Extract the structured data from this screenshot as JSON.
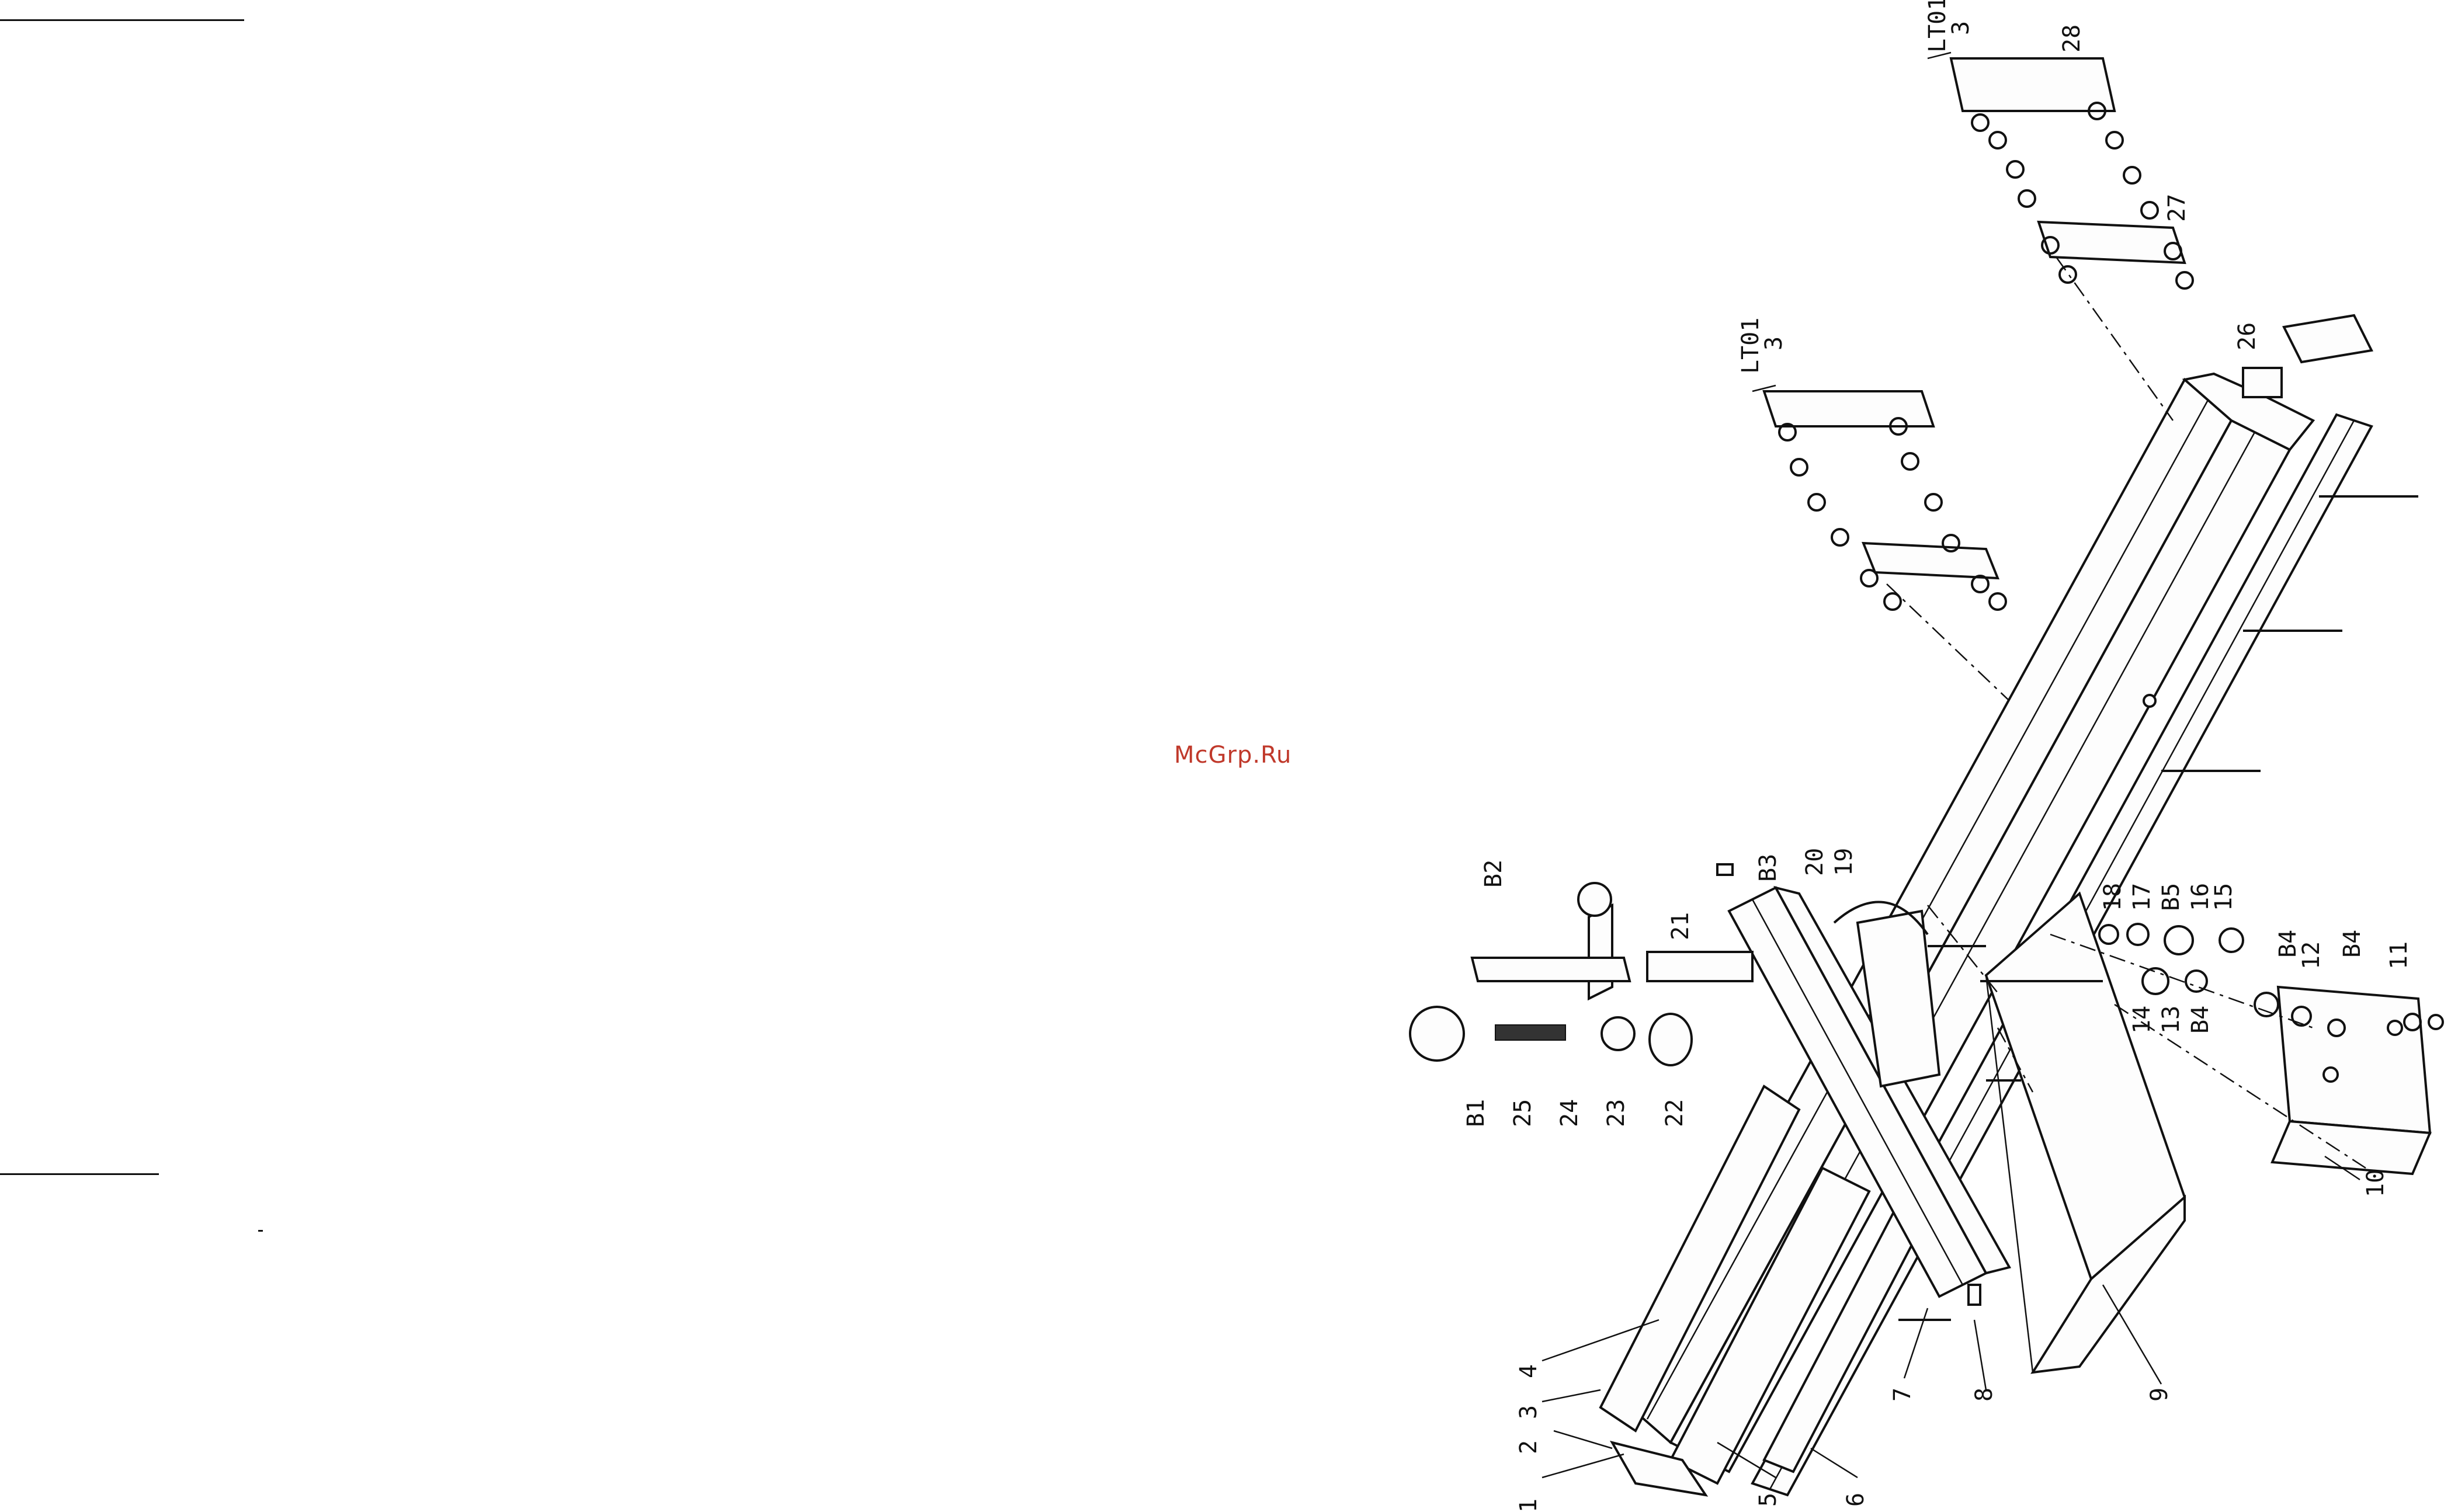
{
  "watermark": "McGrp.Ru",
  "part_labels": [
    "1",
    "2",
    "3",
    "4",
    "5",
    "6",
    "7",
    "8",
    "9",
    "10",
    "11",
    "12",
    "13",
    "14",
    "15",
    "16",
    "17",
    "18",
    "19",
    "20",
    "21",
    "22",
    "23",
    "24",
    "25",
    "26",
    "27",
    "28",
    "B1",
    "B2",
    "B3",
    "B4",
    "B5",
    "LT01",
    "3"
  ],
  "callouts": {
    "p1": "1",
    "p2": "2",
    "p3": "3",
    "p4": "4",
    "p5": "5",
    "p6": "6",
    "p7": "7",
    "p8": "8",
    "p9": "9",
    "p10": "10",
    "p11": "11",
    "p12": "12",
    "p13": "13",
    "p14": "14",
    "p15": "15",
    "p16": "16",
    "p17": "17",
    "p18": "18",
    "p19": "19",
    "p20": "20",
    "p21": "21",
    "p22": "22",
    "p23": "23",
    "p24": "24",
    "p25": "25",
    "p26": "26",
    "p27": "27",
    "p28": "28",
    "b1": "B1",
    "b2": "B2",
    "b3": "B3",
    "b4a": "B4",
    "b4b": "B4",
    "b4c": "B4",
    "b5": "B5",
    "lt01_a": "LT01",
    "lt01_a_qty": "3",
    "lt01_b": "LT01",
    "lt01_b_qty": "3"
  },
  "colors": {
    "ink": "#111111",
    "watermark": "#c0392b",
    "paper": "#ffffff"
  }
}
